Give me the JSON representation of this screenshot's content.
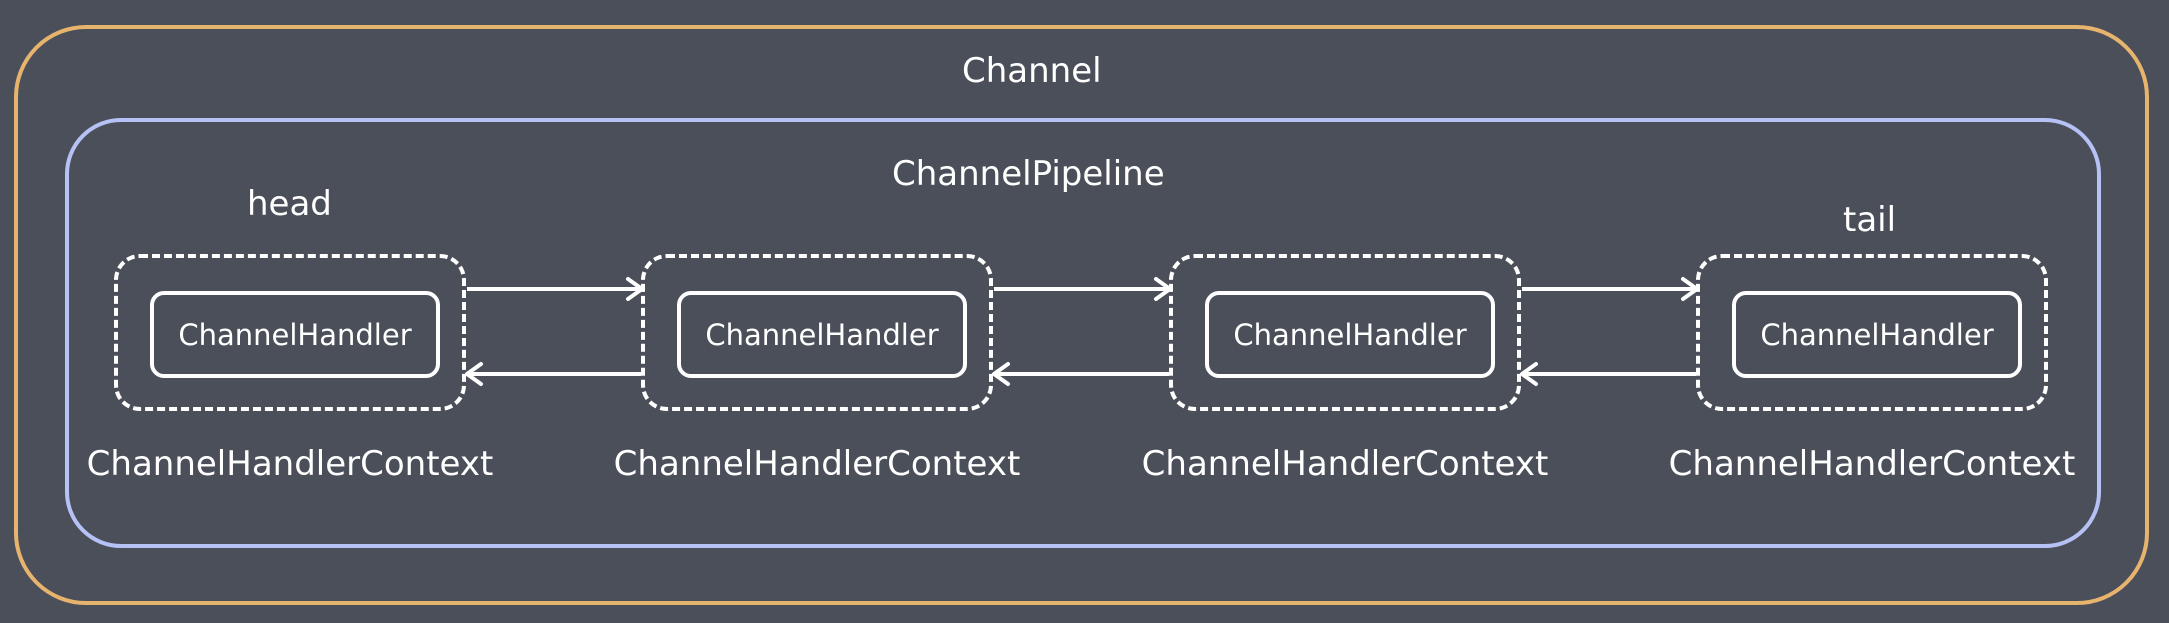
{
  "channel": {
    "label": "Channel"
  },
  "pipeline": {
    "label": "ChannelPipeline"
  },
  "head_label": "head",
  "tail_label": "tail",
  "contexts": [
    {
      "handler": "ChannelHandler",
      "label": "ChannelHandlerContext"
    },
    {
      "handler": "ChannelHandler",
      "label": "ChannelHandlerContext"
    },
    {
      "handler": "ChannelHandler",
      "label": "ChannelHandlerContext"
    },
    {
      "handler": "ChannelHandler",
      "label": "ChannelHandlerContext"
    }
  ],
  "colors": {
    "background": "#4b4f5a",
    "channel_border": "#e7b46e",
    "pipeline_border": "#b6c2f5",
    "foreground": "#ffffff"
  }
}
